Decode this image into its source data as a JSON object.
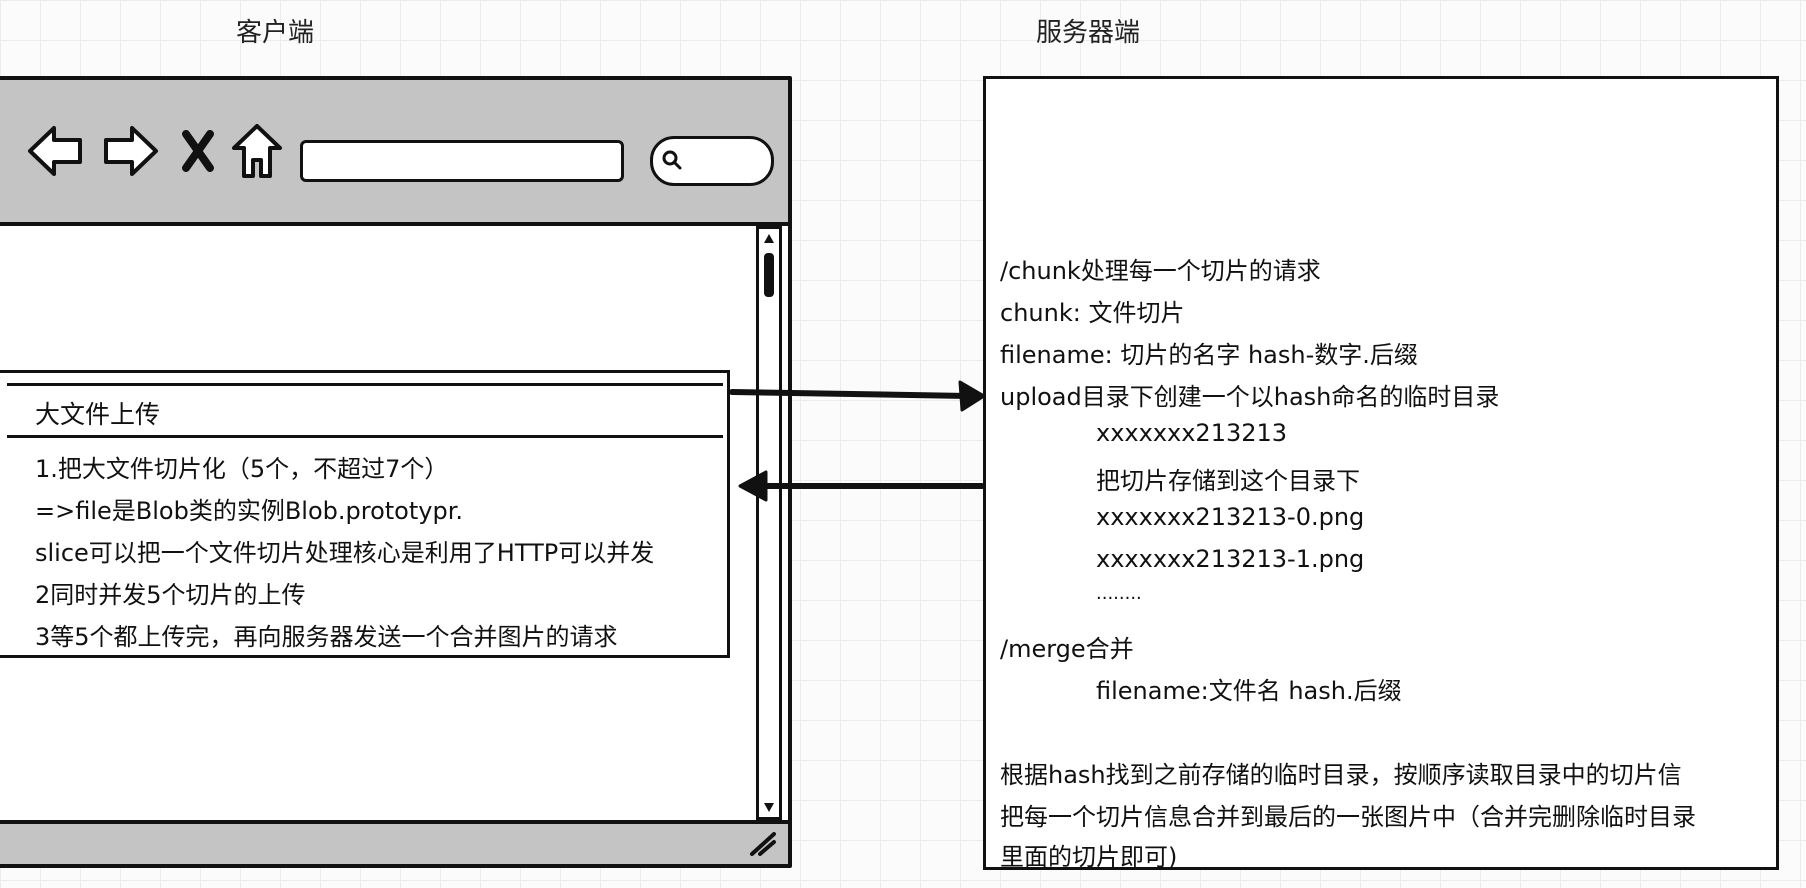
{
  "labels": {
    "client": "客户端",
    "server": "服务器端"
  },
  "panel": {
    "title": "大文件上传",
    "lines": [
      "1.把大文件切片化（5个，不超过7个）",
      "=>file是Blob类的实例Blob.prototypr.",
      "slice可以把一个文件切片处理核心是利用了HTTP可以并发",
      "2同时并发5个切片的上传",
      "3等5个都上传完，再向服务器发送一个合并图片的请求"
    ]
  },
  "server": {
    "lines": [
      "/chunk处理每一个切片的请求",
      "chunk: 文件切片",
      "filename: 切片的名字 hash-数字.后缀",
      "upload目录下创建一个以hash命名的临时目录",
      "xxxxxxx213213",
      "把切片存储到这个目录下",
      "xxxxxxx213213-0.png",
      "xxxxxxx213213-1.png",
      "........",
      "/merge合并",
      "filename:文件名 hash.后缀",
      "根据hash找到之前存储的临时目录，按顺序读取目录中的切片信",
      "把每一个切片信息合并到最后的一张图片中（合并完删除临时目录",
      "里面的切片即可)"
    ]
  },
  "icons": {
    "back": "back-arrow-icon",
    "forward": "forward-arrow-icon",
    "stop": "close-icon",
    "home": "home-icon",
    "search": "search-icon",
    "resize": "resize-grip-icon"
  },
  "colors": {
    "toolbar": "#c4c4c4",
    "stroke": "#111111"
  }
}
